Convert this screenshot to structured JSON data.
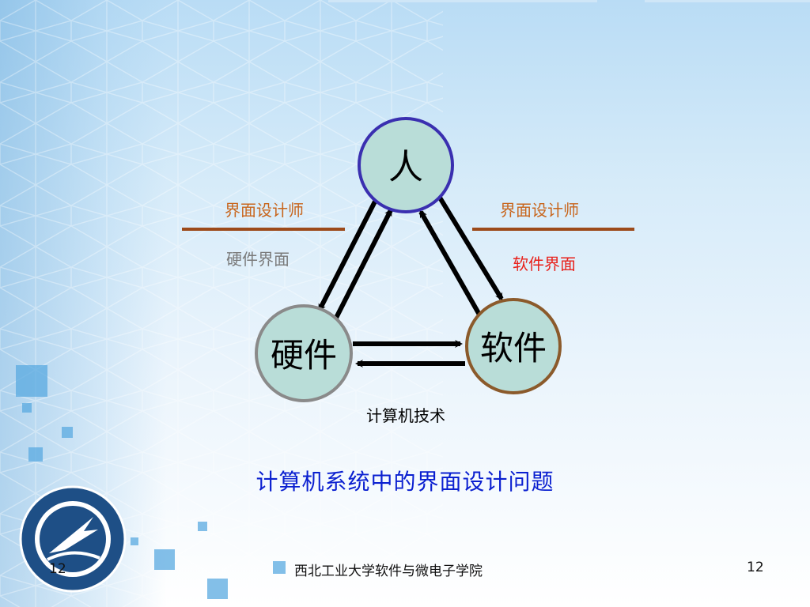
{
  "diagram": {
    "nodes": {
      "person": "人",
      "hardware": "硬件",
      "software": "软件"
    },
    "left_designer": "界面设计师",
    "right_designer": "界面设计师",
    "hardware_interface": "硬件界面",
    "software_interface": "软件界面",
    "computer_technology": "计算机技术"
  },
  "title": "计算机系统中的界面设计问题",
  "footer": {
    "left_page": "12",
    "center": "西北工业大学软件与微电子学院",
    "right_page": "12"
  },
  "colors": {
    "node_fill": "#b9ddd8",
    "person_border": "#3a2fb0",
    "hardware_border": "#8a8a8a",
    "software_border": "#8b5a2b",
    "designer_text": "#c8651c",
    "designer_line": "#9c4a1a",
    "hardware_interface_text": "#7a7a7a",
    "software_interface_text": "#e8201a",
    "title_text": "#0a1fd0"
  },
  "icons": {
    "logo": "university-seal-icon"
  }
}
